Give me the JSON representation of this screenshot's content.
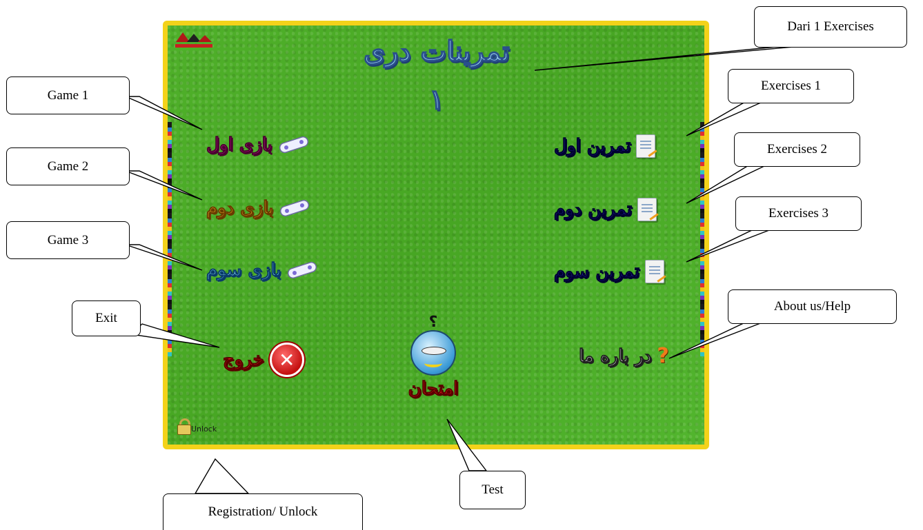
{
  "app": {
    "title": "تمرینات دری",
    "title_number": "۱",
    "menu": {
      "game1": "بازی اول",
      "game2": "بازی دوم",
      "game3": "بازی سوم",
      "exercise1": "تمرین اول",
      "exercise2": "تمرین دوم",
      "exercise3": "تمرین سوم",
      "exit": "خروج",
      "about": "در باره ما",
      "test": "امتحان",
      "test_mark": "؟"
    },
    "unlock_label": "Unlock",
    "colors": {
      "background": "#4fb02a",
      "frame": "#f3d21a",
      "game1": "#c81a8c",
      "game2": "#f0b52a",
      "game3": "#7fd7f2",
      "exercise": "#1a1a8c",
      "exit": "#e01818",
      "about": "#f3f3f3"
    },
    "icons": [
      "logo-icon",
      "gamepad-icon",
      "document-icon",
      "exit-icon",
      "help-icon",
      "test-face-icon",
      "lock-icon"
    ]
  },
  "callouts": {
    "dari_exercises": "Dari 1 Exercises",
    "game1": "Game 1",
    "game2": "Game 2",
    "game3": "Game 3",
    "exercises1": "Exercises 1",
    "exercises2": "Exercises 2",
    "exercises3": "Exercises 3",
    "exit": "Exit",
    "about": "About us/Help",
    "test": "Test",
    "registration": "Registration/ Unlock"
  }
}
